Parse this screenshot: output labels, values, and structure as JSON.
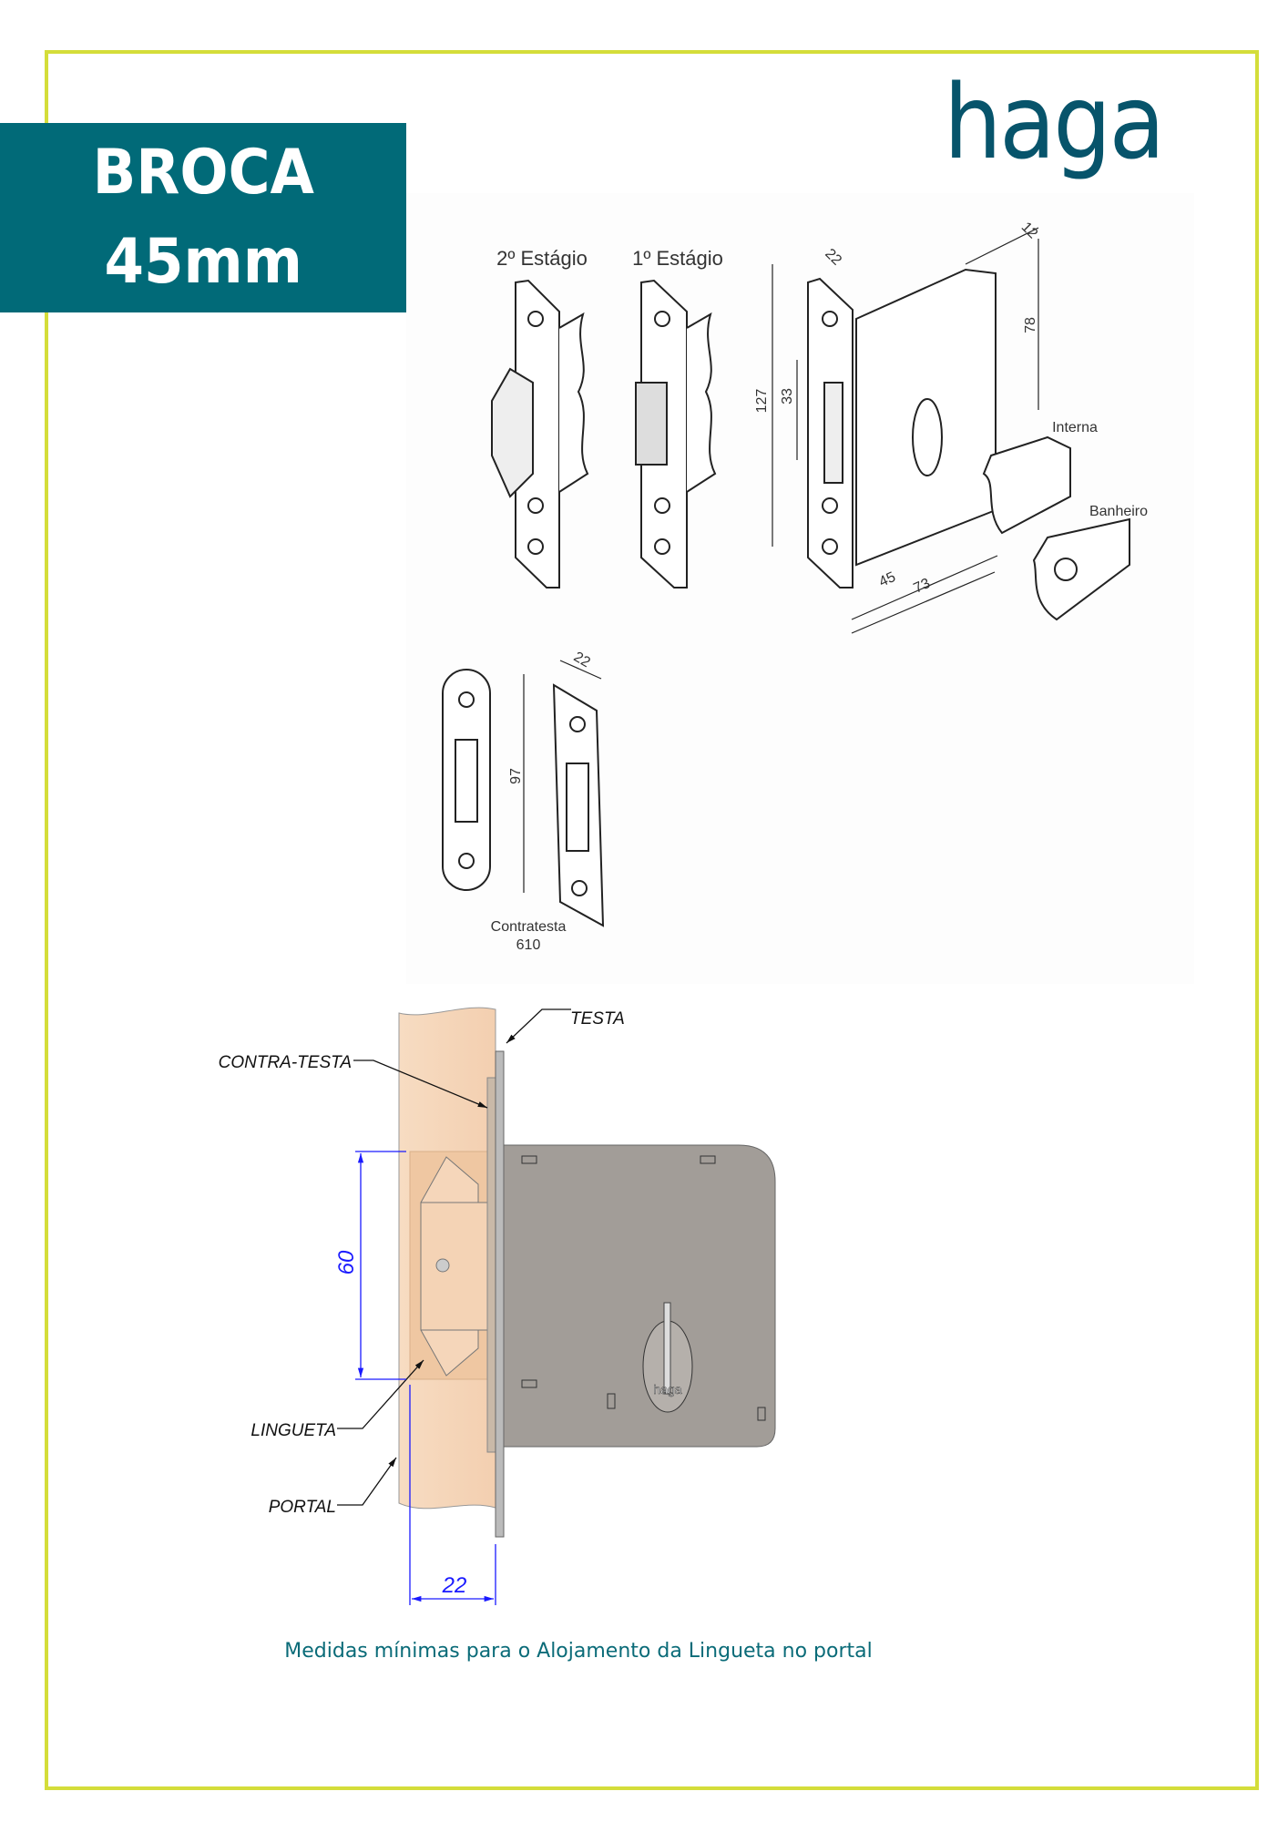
{
  "header": {
    "title_line1": "BROCA",
    "title_line2": "45mm",
    "brand_logo": "haga"
  },
  "product_drawing": {
    "stage2_label": "2º Estágio",
    "stage1_label": "1º Estágio",
    "dims": {
      "faceplate_width": "22",
      "case_thickness": "12",
      "case_height": "78",
      "faceplate_height": "127",
      "latch_height": "33",
      "backset": "45",
      "case_depth": "73"
    },
    "rosette_internal": "Interna",
    "rosette_bathroom": "Banheiro",
    "strike_width": "22",
    "strike_height": "97",
    "strike_label": "Contratesta",
    "strike_code": "610"
  },
  "installation_drawing": {
    "testa": "TESTA",
    "contra_testa": "CONTRA-TESTA",
    "lingueta": "LINGUETA",
    "portal": "PORTAL",
    "dim_height": "60",
    "dim_depth": "22",
    "keyhole_brand": "haga"
  },
  "caption": "Medidas mínimas para o Alojamento da Lingueta no portal",
  "colors": {
    "frame": "#d4dd3a",
    "title_bg": "#016a78",
    "logo": "#07546b",
    "dimension": "#1a1aff"
  }
}
